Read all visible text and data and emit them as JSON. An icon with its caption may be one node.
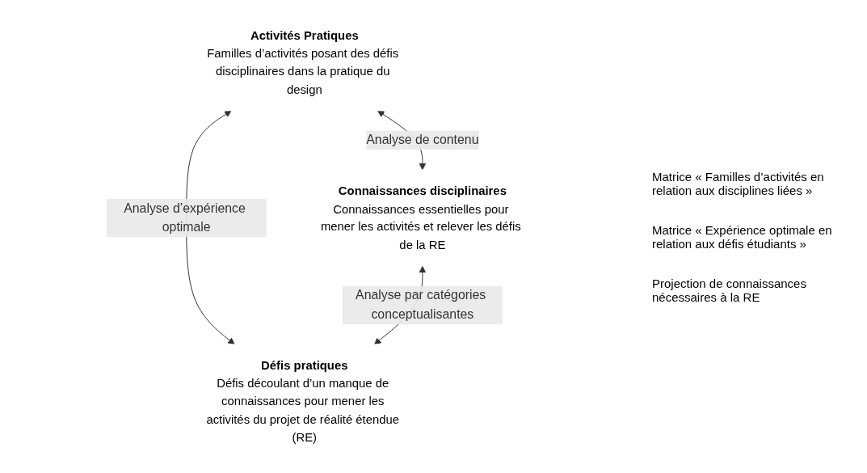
{
  "diagram": {
    "nodes": [
      {
        "text": [
          "Activités Pratiques",
          "Familles d’activités posant des défis disciplinaires dans la pratique du design"
        ]
      },
      {
        "text": [
          "Connaissances disciplinaires",
          "Connaissances essentielles pour mener les activités et relever les défis de la RE"
        ]
      },
      {
        "text": [
          "Défis pratiques",
          "Défis découlant d’un manque de connaissances pour mener les activités du projet de réalité étendue (RE)"
        ]
      }
    ],
    "edges": [
      {
        "from": 0,
        "to": 1,
        "arrow": "both",
        "label": "Analyse de contenu"
      },
      {
        "from": 0,
        "to": 2,
        "arrow": "both",
        "label": "Analyse d’expérience optimale"
      },
      {
        "from": 1,
        "to": 2,
        "arrow": "both",
        "label": "Analyse par catégories conceptualisantes"
      }
    ],
    "labels": [
      "Matrice « Familles d’activités en relation aux disciplines liées »",
      "Matrice « Expérience optimale en relation aux défis étudiants »",
      "Projection de connaissances nécessaires à la RE"
    ]
  }
}
